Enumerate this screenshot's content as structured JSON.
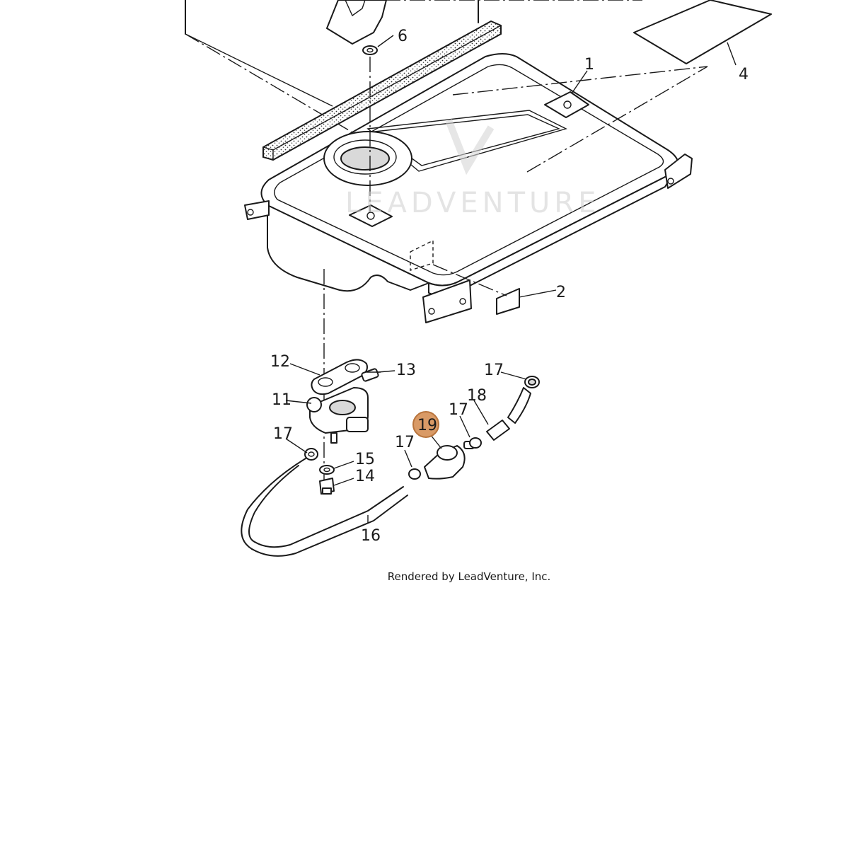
{
  "diagram": {
    "callouts": [
      {
        "id": "c1",
        "label": "1"
      },
      {
        "id": "c2",
        "label": "2"
      },
      {
        "id": "c4",
        "label": "4"
      },
      {
        "id": "c6",
        "label": "6"
      },
      {
        "id": "c11",
        "label": "11"
      },
      {
        "id": "c12",
        "label": "12"
      },
      {
        "id": "c13",
        "label": "13"
      },
      {
        "id": "c14",
        "label": "14"
      },
      {
        "id": "c15",
        "label": "15"
      },
      {
        "id": "c16",
        "label": "16"
      },
      {
        "id": "c17a",
        "label": "17"
      },
      {
        "id": "c17b",
        "label": "17"
      },
      {
        "id": "c17c",
        "label": "17"
      },
      {
        "id": "c17d",
        "label": "17"
      },
      {
        "id": "c18",
        "label": "18"
      },
      {
        "id": "c19",
        "label": "19",
        "highlighted": true
      }
    ],
    "highlight_color": "#d99a66",
    "watermark": "LEADVENTURE",
    "credit": "Rendered by LeadVenture, Inc."
  }
}
